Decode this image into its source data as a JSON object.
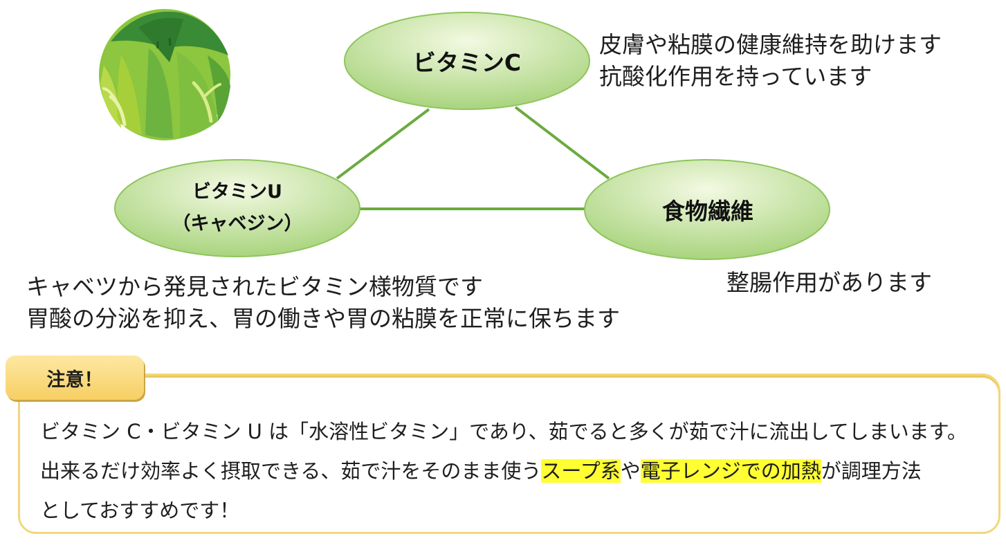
{
  "nodes": {
    "vitamin_c": {
      "label": "ビタミンC"
    },
    "vitamin_u": {
      "label_line1": "ビタミンU",
      "label_line2": "（キャベジン）"
    },
    "fiber": {
      "label": "食物繊維"
    }
  },
  "descriptions": {
    "vitamin_c": [
      "皮膚や粘膜の健康維持を助けます",
      "抗酸化作用を持っています"
    ],
    "vitamin_u": [
      "キャベツから発見されたビタミン様物質です",
      "胃酸の分泌を抑え、胃の働きや胃の粘膜を正常に保ちます"
    ],
    "fiber": [
      "整腸作用があります"
    ]
  },
  "note": {
    "title": "注意！",
    "line1": "ビタミン C・ビタミン U は「水溶性ビタミン」であり、茹でると多くが茹で汁に流出してしまいます。",
    "line2_before": "出来るだけ効率よく摂取できる、茹で汁をそのまま使う",
    "highlight1": "スープ系",
    "line2_mid": "や",
    "highlight2": "電子レンジでの加熱",
    "line2_after": "が調理方法",
    "line3": "としておすすめです！"
  },
  "colors": {
    "node_fill_light": "#f3f9e2",
    "node_fill_dark": "#a9d47e",
    "connector": "#6bab3e",
    "note_border": "#f1d77c",
    "highlight": "#ffff33"
  },
  "icons": [
    "cabbage-icon"
  ]
}
